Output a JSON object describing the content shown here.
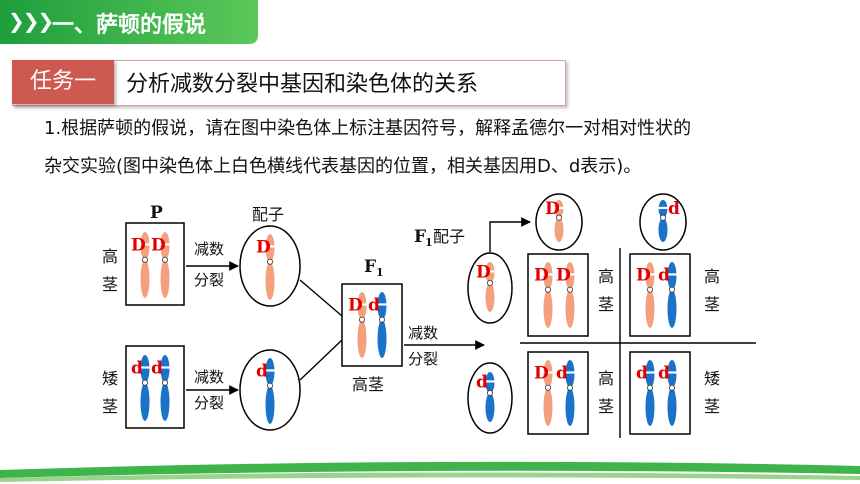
{
  "header": {
    "chevrons": "❯❯❯",
    "title": "一、萨顿的假说"
  },
  "task": {
    "badge": "任务一",
    "text": "分析减数分裂中基因和染色体的关系"
  },
  "question": {
    "line1": "1.根据萨顿的假说，请在图中染色体上标注基因符号，解释孟德尔一对相对性状的",
    "line2": "杂交实验(图中染色体上白色横线代表基因的位置，相关基因用D、d表示)。"
  },
  "diagram": {
    "p_label": "P",
    "gamete_label": "配子",
    "f1_label": "F",
    "f1_sub": "1",
    "f1_gamete_label": "F",
    "f1_gamete_sub": "1",
    "f1_gamete_word": "配子",
    "meiosis_top": [
      "减数",
      "分裂"
    ],
    "meiosis_bottom": [
      "减数",
      "分裂"
    ],
    "meiosis_f1": [
      "减数",
      "分裂"
    ],
    "tall_char1": "高",
    "tall_char2": "茎",
    "short_char1": "矮",
    "short_char2": "茎",
    "f1_tall": "高茎",
    "gene_D": "D",
    "gene_d": "d",
    "colors": {
      "orange": "#f4a07e",
      "blue": "#1a73c9",
      "gene_red": "#e00000"
    }
  }
}
